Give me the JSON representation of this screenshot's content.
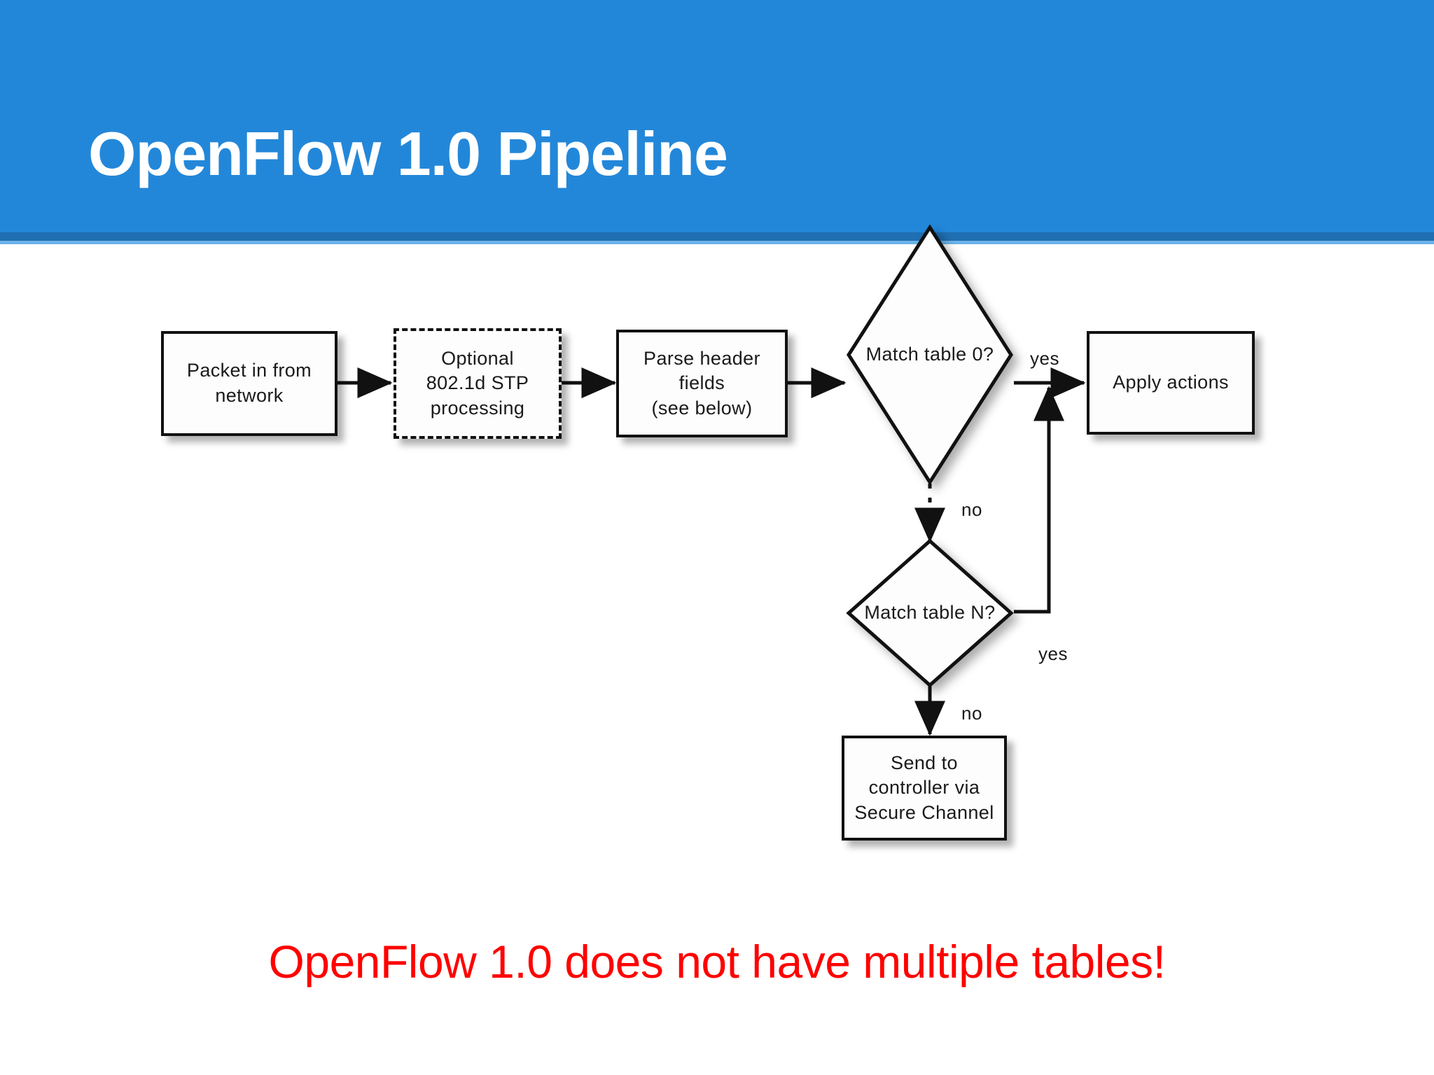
{
  "header": {
    "title": "OpenFlow 1.0 Pipeline",
    "background_color": "#2387d9",
    "rule_dark_color": "#1f6fb2",
    "rule_light_color": "#6bb3e8",
    "title_color": "#ffffff"
  },
  "caption": {
    "text": "OpenFlow 1.0 does not have multiple tables!",
    "color": "#ff0000"
  },
  "diagram": {
    "type": "flowchart",
    "nodes": [
      {
        "id": "packet-in",
        "shape": "rect",
        "lines": [
          "Packet in from",
          "network"
        ]
      },
      {
        "id": "stp",
        "shape": "rect-dashed",
        "lines": [
          "Optional",
          "802.1d STP",
          "processing"
        ]
      },
      {
        "id": "parse-header",
        "shape": "rect",
        "lines": [
          "Parse header",
          "fields",
          "(see below)"
        ]
      },
      {
        "id": "match-table-0",
        "shape": "diamond",
        "lines": [
          "Match table",
          "0?"
        ]
      },
      {
        "id": "apply-actions",
        "shape": "rect",
        "lines": [
          "Apply actions"
        ]
      },
      {
        "id": "match-table-n",
        "shape": "diamond",
        "lines": [
          "Match table",
          "N?"
        ]
      },
      {
        "id": "send-controller",
        "shape": "rect",
        "lines": [
          "Send to",
          "controller via",
          "Secure Channel"
        ]
      }
    ],
    "edges": [
      {
        "from": "packet-in",
        "to": "stp",
        "label": "",
        "style": "solid"
      },
      {
        "from": "stp",
        "to": "parse-header",
        "label": "",
        "style": "solid"
      },
      {
        "from": "parse-header",
        "to": "match-table-0",
        "label": "",
        "style": "solid"
      },
      {
        "from": "match-table-0",
        "to": "apply-actions",
        "label": "yes",
        "style": "solid"
      },
      {
        "from": "match-table-0",
        "to": "match-table-n",
        "label": "no",
        "style": "dotted"
      },
      {
        "from": "match-table-n",
        "to": "apply-actions",
        "label": "yes",
        "style": "solid"
      },
      {
        "from": "match-table-n",
        "to": "send-controller",
        "label": "no",
        "style": "solid"
      }
    ],
    "edge_labels": {
      "yes_top": "yes",
      "no_top": "no",
      "yes_bottom": "yes",
      "no_bottom": "no"
    }
  },
  "nodes_text": {
    "packet_in_l1": "Packet in from",
    "packet_in_l2": "network",
    "stp_l1": "Optional",
    "stp_l2": "802.1d STP",
    "stp_l3": "processing",
    "parse_l1": "Parse header",
    "parse_l2": "fields",
    "parse_l3": "(see below)",
    "match0_l1": "Match table",
    "match0_l2": "0?",
    "apply_l1": "Apply actions",
    "matchn_l1": "Match table",
    "matchn_l2": "N?",
    "send_l1": "Send to",
    "send_l2": "controller via",
    "send_l3": "Secure Channel"
  }
}
